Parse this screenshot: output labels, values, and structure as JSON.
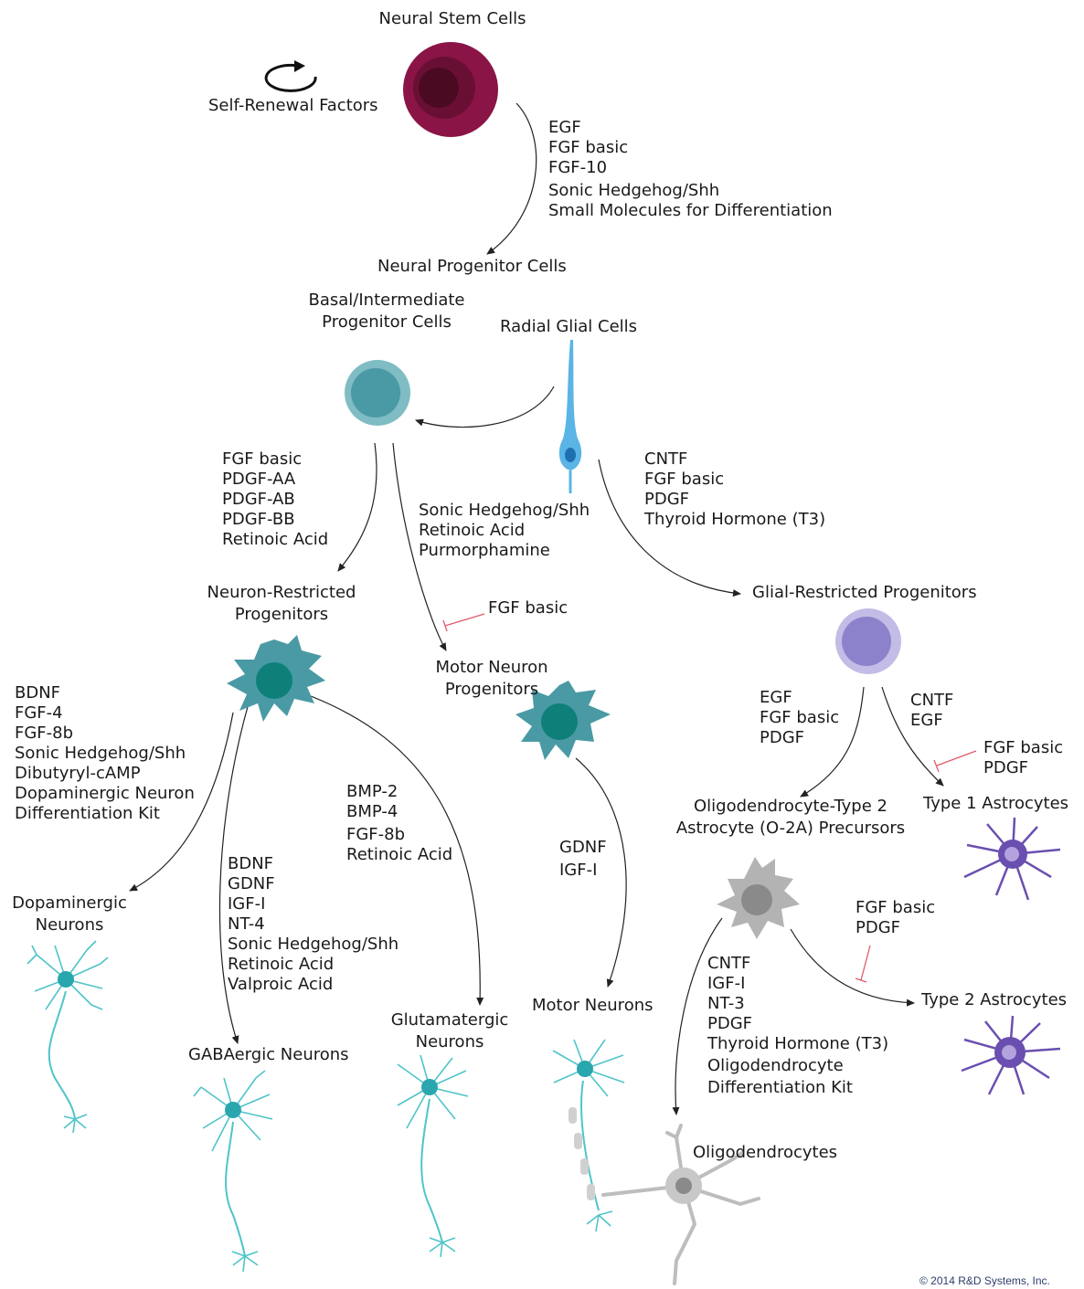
{
  "cells": {
    "neural_stem": "Neural Stem Cells",
    "self_renewal": "Self-Renewal Factors",
    "neural_progenitor": "Neural Progenitor Cells",
    "basal_line1": "Basal/Intermediate",
    "basal_line2": "Progenitor Cells",
    "radial_glial": "Radial Glial Cells",
    "neuron_restricted_line1": "Neuron-Restricted",
    "neuron_restricted_line2": "Progenitors",
    "motor_progenitor_line1": "Motor Neuron",
    "motor_progenitor_line2": "Progenitors",
    "glial_restricted": "Glial-Restricted Progenitors",
    "dopaminergic_line1": "Dopaminergic",
    "dopaminergic_line2": "Neurons",
    "gabaergic": "GABAergic Neurons",
    "glutamatergic_line1": "Glutamatergic",
    "glutamatergic_line2": "Neurons",
    "motor_neurons": "Motor Neurons",
    "o2a_line1": "Oligodendrocyte-Type 2",
    "o2a_line2": "Astrocyte (O-2A) Precursors",
    "type1_astro": "Type 1 Astrocytes",
    "type2_astro": "Type 2 Astrocytes",
    "oligodendrocytes": "Oligodendrocytes"
  },
  "factors": {
    "stem_to_progenitor": [
      "EGF",
      "FGF basic",
      "FGF-10",
      "Sonic Hedgehog/Shh",
      "Small Molecules for Differentiation"
    ],
    "to_neuron_restricted": [
      "FGF basic",
      "PDGF-AA",
      "PDGF-AB",
      "PDGF-BB",
      "Retinoic Acid"
    ],
    "to_motor_progenitor": [
      "Sonic Hedgehog/Shh",
      "Retinoic Acid",
      "Purmorphamine"
    ],
    "inhibit_motor": [
      "FGF basic"
    ],
    "to_glial_restricted": [
      "CNTF",
      "FGF basic",
      "PDGF",
      "Thyroid Hormone (T3)"
    ],
    "to_dopaminergic": [
      "BDNF",
      "FGF-4",
      "FGF-8b",
      "Sonic Hedgehog/Shh",
      "Dibutyryl-cAMP",
      "Dopaminergic Neuron",
      "Differentiation Kit"
    ],
    "to_gabaergic": [
      "BDNF",
      "GDNF",
      "IGF-I",
      "NT-4",
      "Sonic Hedgehog/Shh",
      "Retinoic Acid",
      "Valproic Acid"
    ],
    "to_glutamatergic": [
      "BMP-2",
      "BMP-4",
      "FGF-8b",
      "Retinoic Acid"
    ],
    "to_motor_neurons": [
      "GDNF",
      "IGF-I"
    ],
    "to_o2a": [
      "EGF",
      "FGF basic",
      "PDGF"
    ],
    "to_type1": [
      "CNTF",
      "EGF"
    ],
    "inhibit_type1": [
      "FGF basic",
      "PDGF"
    ],
    "inhibit_type2": [
      "FGF basic",
      "PDGF"
    ],
    "to_oligodendrocytes": [
      "CNTF",
      "IGF-I",
      "NT-3",
      "PDGF",
      "Thyroid Hormone (T3)",
      "Oligodendrocyte",
      "Differentiation Kit"
    ]
  },
  "copyright": "© 2014 R&D Systems, Inc.",
  "colors": {
    "stem": "#8b1446",
    "basal": "#4a9aa5",
    "radial": "#5ab4e6",
    "neuron": "#3aa0aa",
    "glial": "#8c82cc",
    "astro": "#6a4fb0",
    "o2a": "#9a9a9a",
    "inhibit": "#e05a6a"
  }
}
